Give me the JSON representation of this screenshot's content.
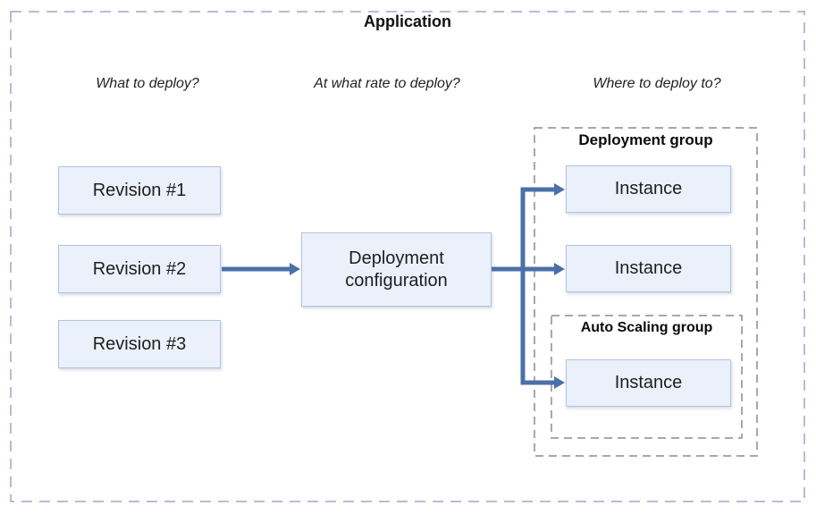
{
  "diagram": {
    "title": "Application",
    "questions": [
      {
        "id": "what",
        "label": "What to deploy?"
      },
      {
        "id": "rate",
        "label": "At what rate to deploy?"
      },
      {
        "id": "where",
        "label": "Where to deploy to?"
      }
    ],
    "revisions": [
      {
        "label": "Revision #1"
      },
      {
        "label": "Revision #2"
      },
      {
        "label": "Revision #3"
      }
    ],
    "deployment_configuration": {
      "label": "Deployment configuration"
    },
    "deployment_group": {
      "label": "Deployment group",
      "instances": [
        {
          "label": "Instance"
        },
        {
          "label": "Instance"
        }
      ]
    },
    "auto_scaling_group": {
      "label": "Auto Scaling group",
      "instances": [
        {
          "label": "Instance"
        }
      ]
    },
    "connections": [
      {
        "from": "Revision #2",
        "to": "Deployment configuration"
      },
      {
        "from": "Deployment configuration",
        "to": "Instance (Deployment group #1)"
      },
      {
        "from": "Deployment configuration",
        "to": "Instance (Deployment group #2)"
      },
      {
        "from": "Deployment configuration",
        "to": "Instance (Auto Scaling group)"
      }
    ],
    "colors": {
      "outer_dash": "#b7bcd8",
      "group_dash": "#a2a8b6",
      "arrow": "#4a70a8",
      "box_fill": "#eaf1fb",
      "box_border": "#b3c3dc",
      "text": "#1b1b1b"
    }
  }
}
